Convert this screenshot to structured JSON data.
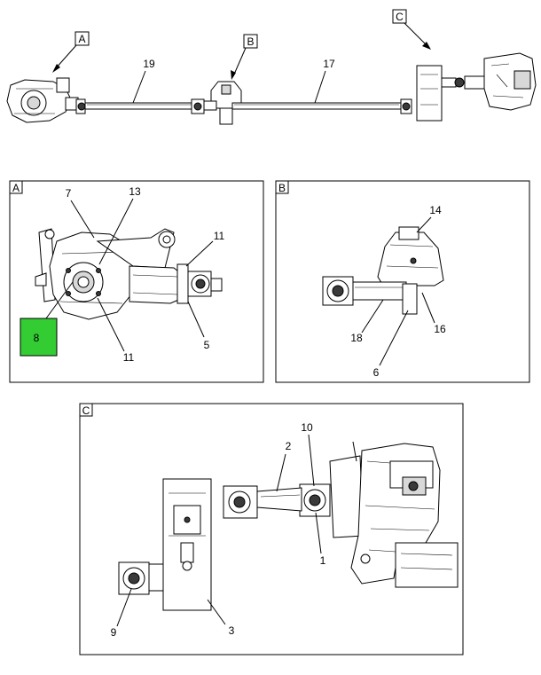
{
  "overview": {
    "callouts": {
      "a": "A",
      "b": "B",
      "c": "C"
    },
    "shaft_labels": {
      "front_shaft": "19",
      "rear_shaft": "17"
    }
  },
  "panel_a": {
    "title": "A",
    "labels": {
      "l7": "7",
      "l13": "13",
      "l11_top": "11",
      "l8": "8",
      "l11_bottom": "11",
      "l5": "5"
    },
    "highlight_color": "#33cc33"
  },
  "panel_b": {
    "title": "B",
    "labels": {
      "l14": "14",
      "l18": "18",
      "l16": "16",
      "l6": "6"
    }
  },
  "panel_c": {
    "title": "C",
    "labels": {
      "l10": "10",
      "l2": "2",
      "l1": "1",
      "l9": "9",
      "l3": "3"
    }
  }
}
